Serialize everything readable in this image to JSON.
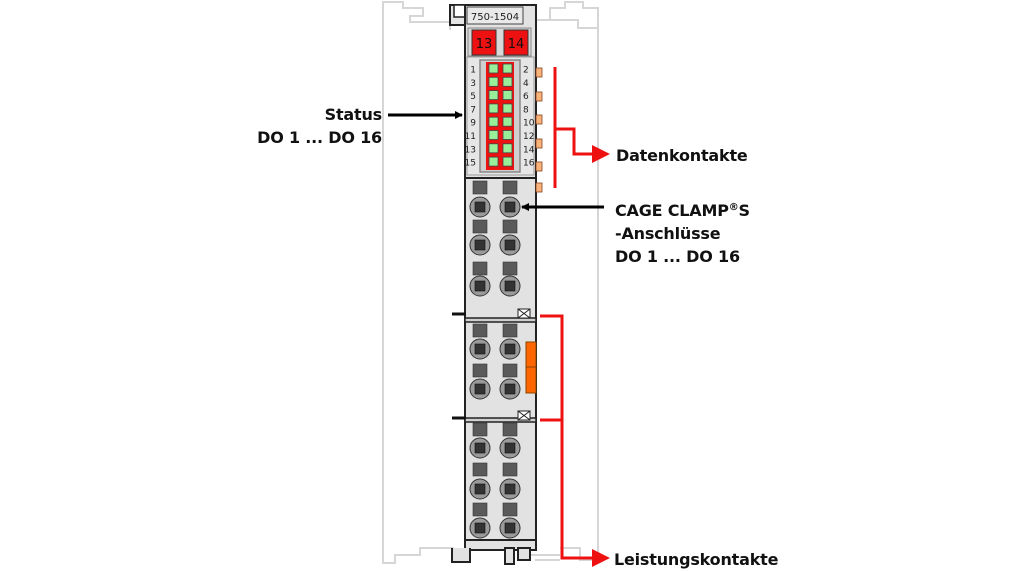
{
  "module": {
    "part_number": "750-1504",
    "top_connectors": [
      "13",
      "14"
    ],
    "led_labels_left": [
      "1",
      "3",
      "5",
      "7",
      "9",
      "11",
      "13",
      "15"
    ],
    "led_labels_right": [
      "2",
      "4",
      "6",
      "8",
      "10",
      "12",
      "14",
      "16"
    ],
    "led_count": 16
  },
  "labels": {
    "status_line1": "Status",
    "status_line2": "DO 1 ... DO 16",
    "data_contacts": "Datenkontakte",
    "cage_clamp_line1_a": "CAGE CLAMP",
    "cage_clamp_line1_reg": "®",
    "cage_clamp_line1_b": "S",
    "cage_clamp_line2": "-Anschlüsse",
    "cage_clamp_line3": "DO 1 ... DO 16",
    "power_contacts": "Leistungskontakte"
  },
  "colors": {
    "red": "#ee1111",
    "led_green": "#99ee99",
    "orange": "#ff6600",
    "data_contact": "#f8b27a",
    "housing": "#e0e0e0",
    "ghost_outline": "#d4d4d4",
    "terminal_dark": "#5a5a5a"
  }
}
